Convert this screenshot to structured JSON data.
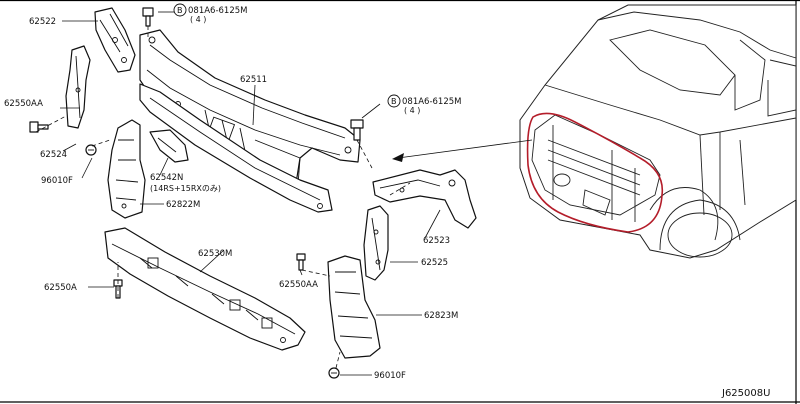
{
  "labels": {
    "p62522": "62522",
    "p62550aa_top": "62550AA",
    "p62524": "62524",
    "p96010f_top": "96010F",
    "p62511": "62511",
    "p62542n": "62542N",
    "p62542n_note": "(14RS+15RXのみ)",
    "p62822m": "62822M",
    "p62530m": "62530M",
    "p62550a": "62550A",
    "p62523": "62523",
    "p62525": "62525",
    "p62550aa_bottom": "62550AA",
    "p62823m": "62823M",
    "p96010f_bottom": "96010F",
    "bolt_top": "081A6-6125M",
    "bolt_top_qty": "( 4 )",
    "bolt_right": "081A6-6125M",
    "bolt_right_qty": "( 4 )",
    "bolt_circle": "B"
  },
  "diagram_id": "J625008U",
  "colors": {
    "line": "#111111",
    "highlight": "#b41d2a",
    "background": "#ffffff"
  }
}
